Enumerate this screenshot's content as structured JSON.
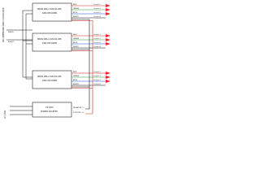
{
  "colors": {
    "red": "#d42020",
    "green": "#2e9b3a",
    "blue": "#1f4fd0",
    "black": "#111111",
    "box": "#222222",
    "led": "#e62a2a"
  },
  "input_labels": {
    "controller": "RECOMMENDED DMX CONTROLLER",
    "white": "WHITE",
    "black": "BLACK"
  },
  "decoders": [
    {
      "line1": "MEAN WELL DLM-60-485",
      "line2": "DMX DECODER"
    },
    {
      "line1": "MEAN WELL DLM-60-485",
      "line2": "DMX DECODER"
    },
    {
      "line1": "MEAN WELL DLM-60-485",
      "line2": "DMX DECODER"
    }
  ],
  "outputs": [
    {
      "label": "RED",
      "circuit": "Circuit 1"
    },
    {
      "label": "GREEN",
      "circuit": "Circuit 2"
    },
    {
      "label": "BLUE",
      "circuit": "Circuit 3"
    },
    {
      "label": "BLACK",
      "circuit": "Circuit 4"
    }
  ],
  "psu": {
    "line1": "24 VOLT",
    "line2": "POWER ADAPTER",
    "ac_label": "AC 120V",
    "out_neg": "NEGATIVE (-)",
    "out_pos": "POSITIVE (+)"
  }
}
